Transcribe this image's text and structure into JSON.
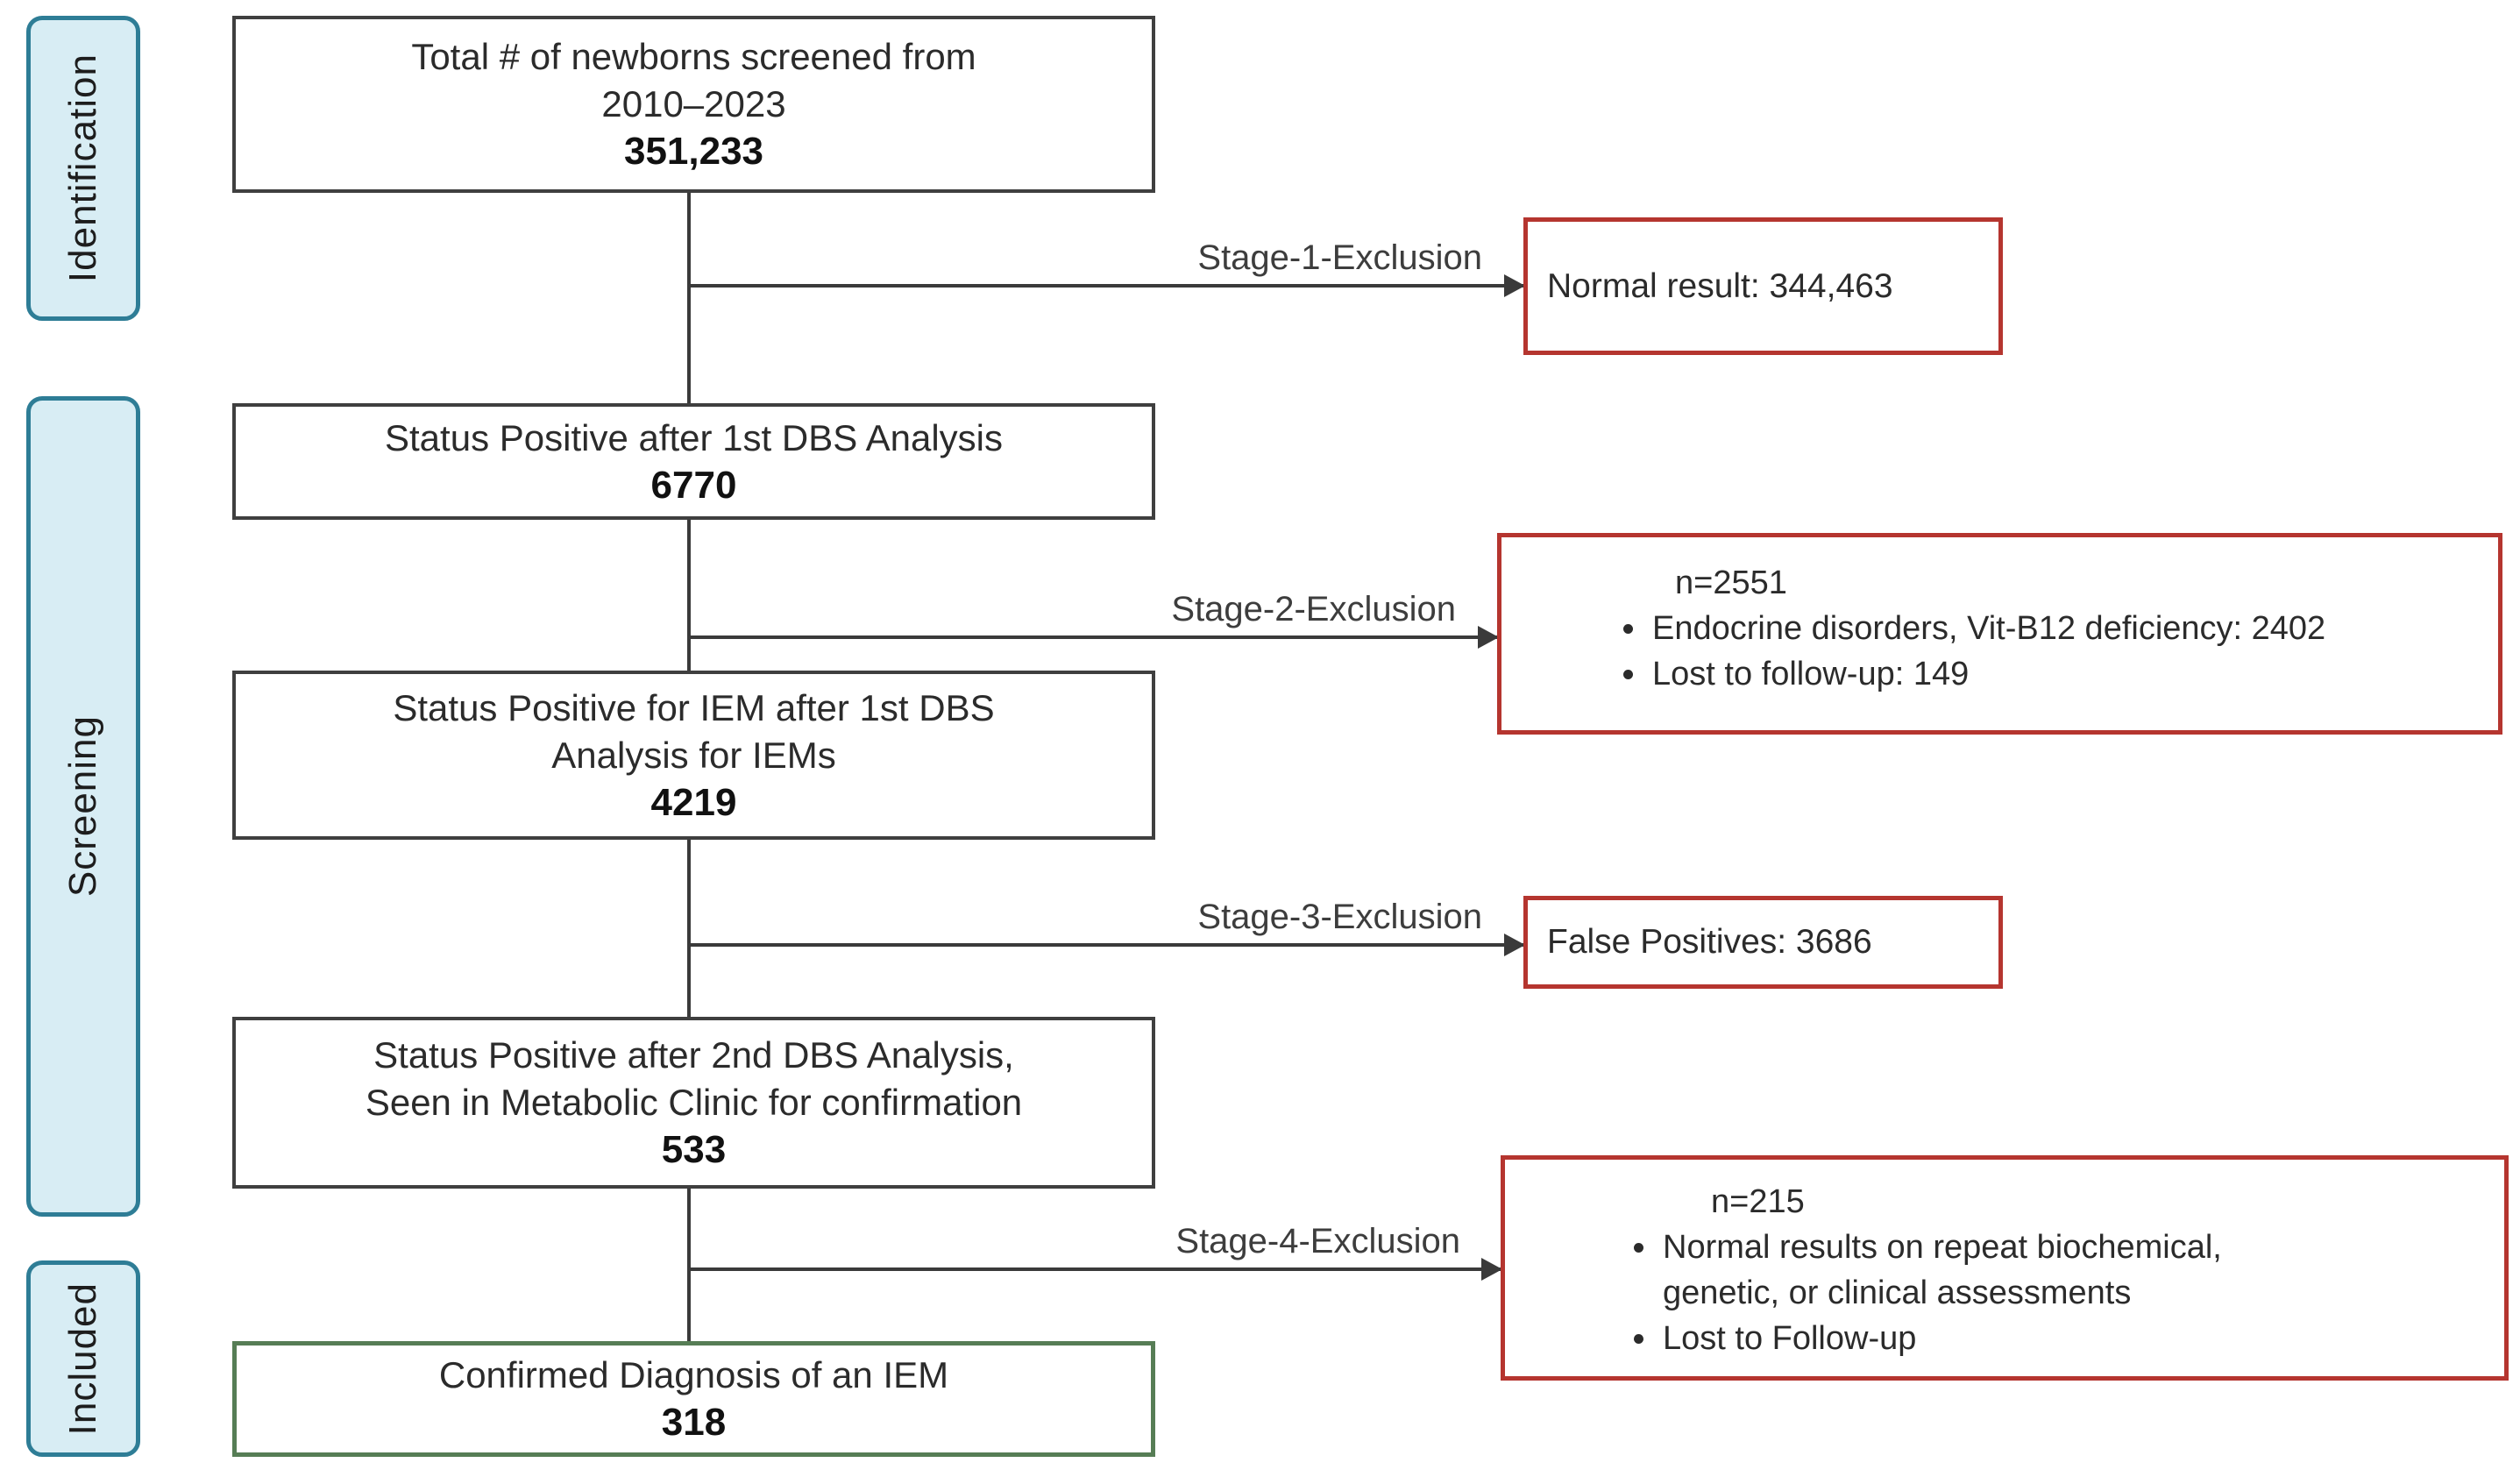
{
  "diagram": {
    "stage_bands": [
      {
        "label": "Identification"
      },
      {
        "label": "Screening"
      },
      {
        "label": "Included"
      }
    ],
    "flow_boxes": [
      {
        "line1": "Total # of newborns screened from",
        "line2": "2010–2023",
        "value": "351,233"
      },
      {
        "line1": "Status Positive after 1st DBS Analysis",
        "value": "6770"
      },
      {
        "line1": "Status Positive for IEM after 1st DBS",
        "line2": "Analysis for IEMs",
        "value": "4219"
      },
      {
        "line1": "Status Positive after 2nd DBS Analysis,",
        "line2": "Seen in Metabolic Clinic for confirmation",
        "value": "533"
      },
      {
        "line1": "Confirmed Diagnosis of an IEM",
        "value": "318"
      }
    ],
    "exclusions": [
      {
        "label": "Stage-1-Exclusion",
        "text": "Normal result: 344,463"
      },
      {
        "label": "Stage-2-Exclusion",
        "n": "n=2551",
        "bullet1": "Endocrine disorders, Vit-B12 deficiency: 2402",
        "bullet2": "Lost to follow-up: 149"
      },
      {
        "label": "Stage-3-Exclusion",
        "text": "False Positives: 3686"
      },
      {
        "label": "Stage-4-Exclusion",
        "n": "n=215",
        "bullet1": "Normal results on repeat biochemical, genetic, or clinical assessments",
        "bullet2": "Lost to Follow-up"
      }
    ],
    "colors": {
      "band_fill": "#d8edf4",
      "band_border": "#2e7d96",
      "box_border": "#3f3f3f",
      "connector": "#3a3a3a",
      "exclusion_border": "#b5352f",
      "included_border": "#567d55",
      "text": "#2e2e2e"
    }
  }
}
